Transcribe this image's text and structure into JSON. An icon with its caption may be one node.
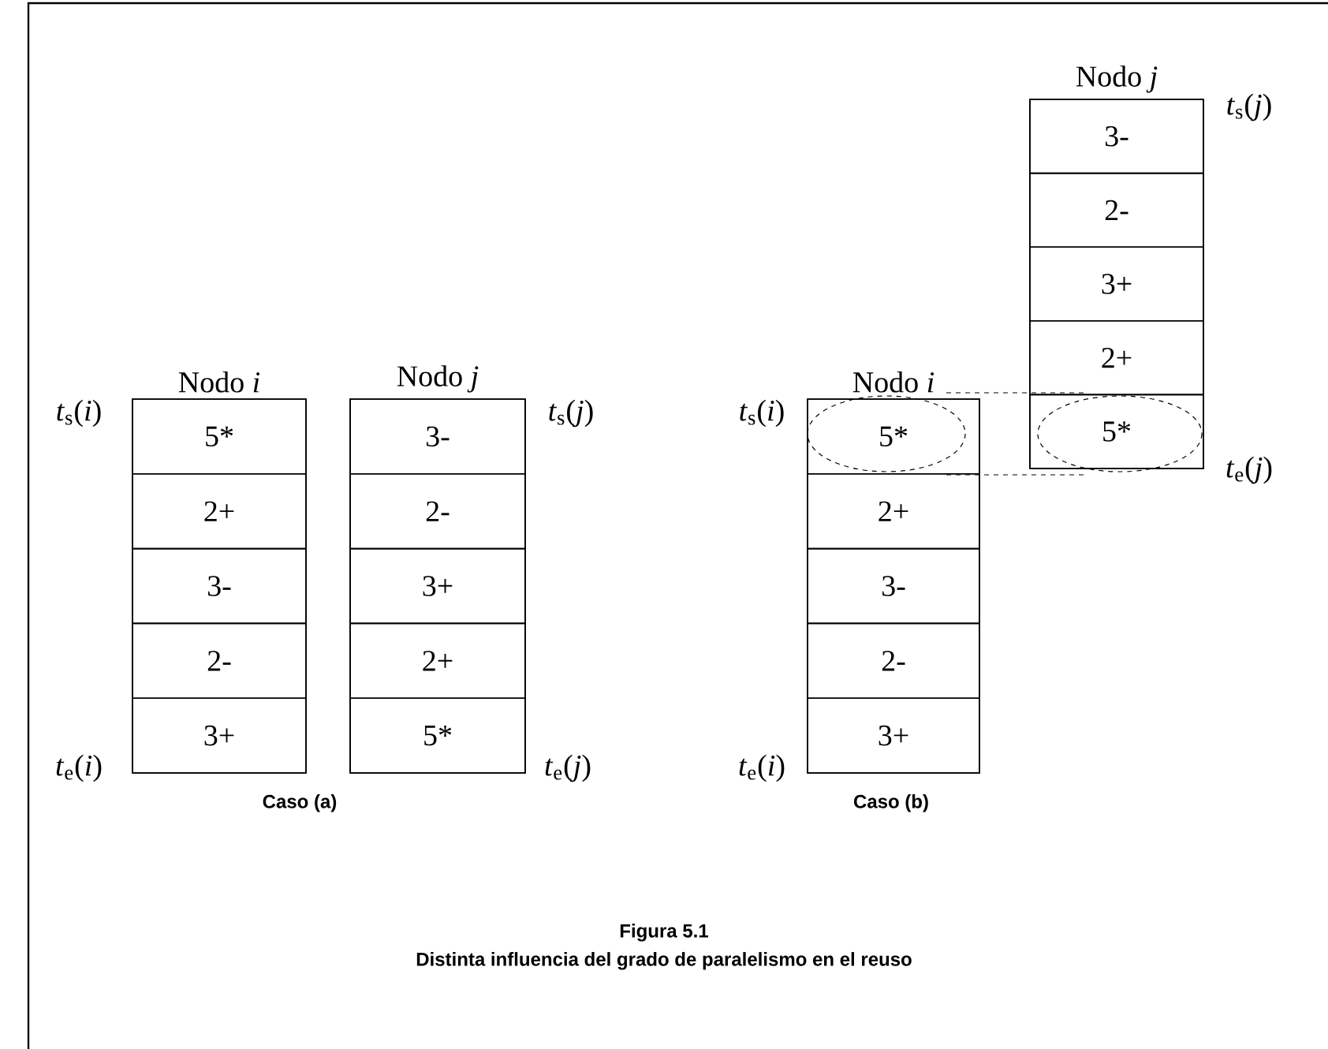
{
  "diagram": {
    "caption": "Distinta influencia del grado de paralelismo en el reuso",
    "nodes": [
      {
        "text": [
          "Nodo *i*"
        ],
        "beside": [
          "*t*$_{s}$(*i*)",
          "*t*$_{e}$(*i*)"
        ]
      },
      {
        "text": [
          "5*"
        ],
        "in": 0
      },
      {
        "text": [
          "2+"
        ],
        "in": 0
      },
      {
        "text": [
          "3-"
        ],
        "in": 0
      },
      {
        "text": [
          "2-"
        ],
        "in": 0
      },
      {
        "text": [
          "3+"
        ],
        "in": 0
      },
      {
        "text": [
          "Nodo *j*"
        ],
        "beside": [
          "*t*$_{s}$(*j*)",
          "*t*$_{e}$(*j*)"
        ]
      },
      {
        "text": [
          "3-"
        ],
        "in": 6
      },
      {
        "text": [
          "2-"
        ],
        "in": 6
      },
      {
        "text": [
          "3+"
        ],
        "in": 6
      },
      {
        "text": [
          "2+"
        ],
        "in": 6
      },
      {
        "text": [
          "5*"
        ],
        "in": 6
      },
      {
        "text": [
          "Nodo *i*"
        ],
        "beside": [
          "*t*$_{s}$(*i*)",
          "*t*$_{e}$(*i*)"
        ]
      },
      {
        "text": [
          "5*"
        ],
        "in": 12
      },
      {
        "text": [
          "2+"
        ],
        "in": 12
      },
      {
        "text": [
          "3-"
        ],
        "in": 12
      },
      {
        "text": [
          "2-"
        ],
        "in": 12
      },
      {
        "text": [
          "3+"
        ],
        "in": 12
      },
      {
        "text": [
          "Nodo *j*"
        ],
        "beside": [
          "*t*$_{s}$(*j*)",
          "*t*$_{e}$(*j*)"
        ]
      },
      {
        "text": [
          "3-"
        ],
        "in": 18
      },
      {
        "text": [
          "2-"
        ],
        "in": 18
      },
      {
        "text": [
          "3+"
        ],
        "in": 18
      },
      {
        "text": [
          "2+"
        ],
        "in": 18
      },
      {
        "text": [
          "5*"
        ],
        "in": 18
      }
    ],
    "labels": [
      "Caso (a)",
      "Caso (b)",
      "Figura 5.1"
    ]
  }
}
